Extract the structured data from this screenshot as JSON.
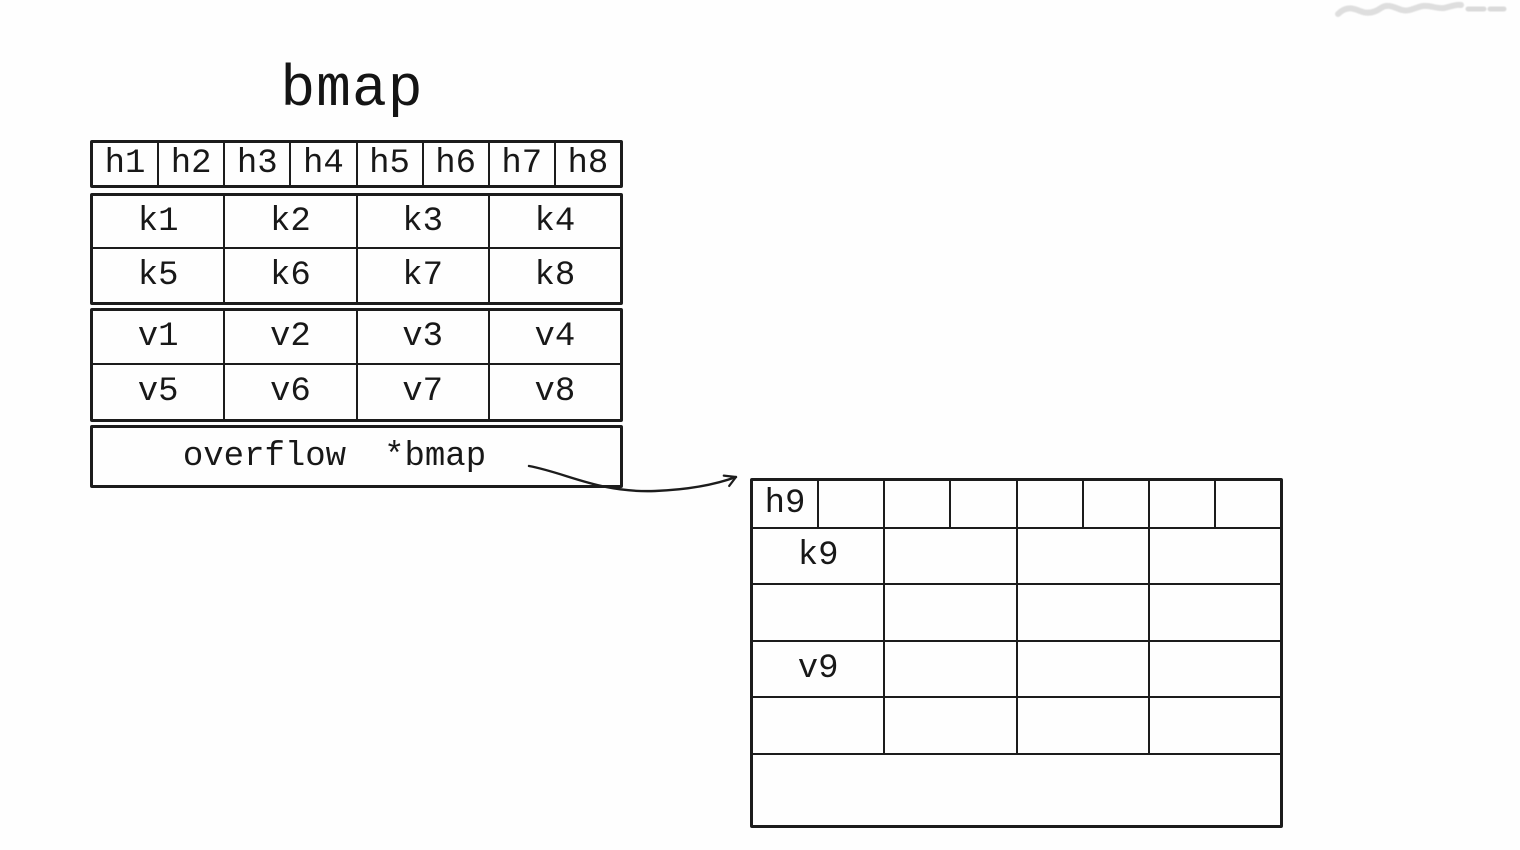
{
  "title": "bmap",
  "colors": {
    "ink": "#1c1c1c",
    "text": "#181818",
    "background": "#fefefe",
    "watermark": "#d9d9d9"
  },
  "bucket1": {
    "hash_cells": [
      "h1",
      "h2",
      "h3",
      "h4",
      "h5",
      "h6",
      "h7",
      "h8"
    ],
    "key_rows": [
      [
        "k1",
        "k2",
        "k3",
        "k4"
      ],
      [
        "k5",
        "k6",
        "k7",
        "k8"
      ]
    ],
    "value_rows": [
      [
        "v1",
        "v2",
        "v3",
        "v4"
      ],
      [
        "v5",
        "v6",
        "v7",
        "v8"
      ]
    ],
    "overflow_label": "overflow",
    "overflow_pointer": "*bmap"
  },
  "bucket2": {
    "hash_cells": [
      "h9",
      "",
      "",
      "",
      "",
      "",
      "",
      ""
    ],
    "key_rows": [
      [
        "k9",
        "",
        "",
        ""
      ],
      [
        "",
        "",
        "",
        ""
      ]
    ],
    "value_rows": [
      [
        "v9",
        "",
        "",
        ""
      ],
      [
        "",
        "",
        "",
        ""
      ]
    ],
    "overflow_cell": ""
  }
}
